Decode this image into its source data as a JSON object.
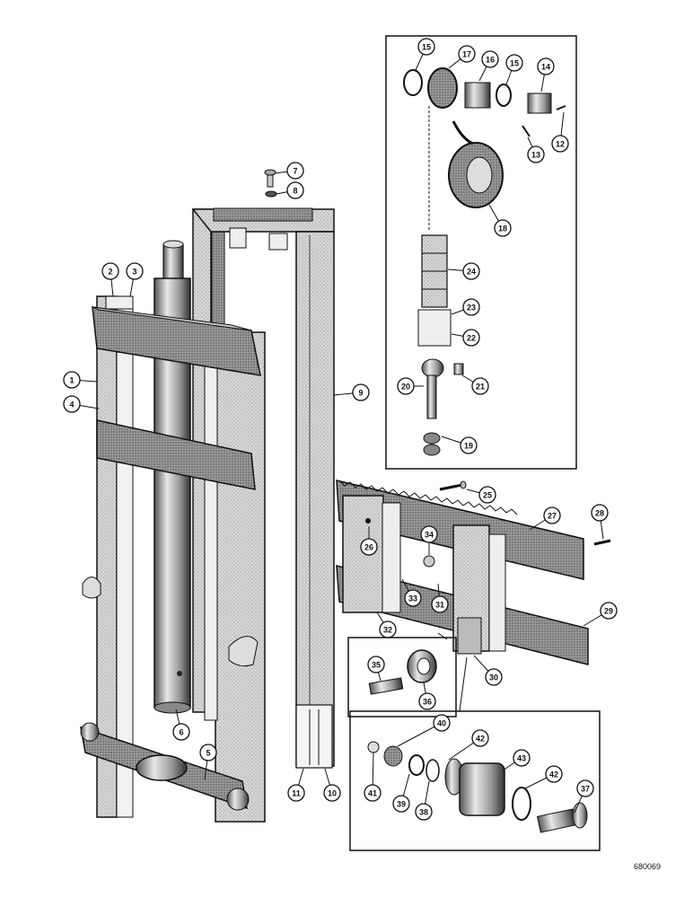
{
  "figure": {
    "code": "680069"
  },
  "callouts": [
    {
      "id": "c1",
      "label": "1"
    },
    {
      "id": "c2",
      "label": "2"
    },
    {
      "id": "c3",
      "label": "3"
    },
    {
      "id": "c4",
      "label": "4"
    },
    {
      "id": "c5",
      "label": "5"
    },
    {
      "id": "c6",
      "label": "6"
    },
    {
      "id": "c7",
      "label": "7"
    },
    {
      "id": "c8",
      "label": "8"
    },
    {
      "id": "c9",
      "label": "9"
    },
    {
      "id": "c10",
      "label": "10"
    },
    {
      "id": "c11",
      "label": "11"
    },
    {
      "id": "c12",
      "label": "12"
    },
    {
      "id": "c13",
      "label": "13"
    },
    {
      "id": "c14",
      "label": "14"
    },
    {
      "id": "c15a",
      "label": "15"
    },
    {
      "id": "c15b",
      "label": "15"
    },
    {
      "id": "c16",
      "label": "16"
    },
    {
      "id": "c17",
      "label": "17"
    },
    {
      "id": "c18",
      "label": "18"
    },
    {
      "id": "c19",
      "label": "19"
    },
    {
      "id": "c20",
      "label": "20"
    },
    {
      "id": "c21",
      "label": "21"
    },
    {
      "id": "c22",
      "label": "22"
    },
    {
      "id": "c23",
      "label": "23"
    },
    {
      "id": "c24",
      "label": "24"
    },
    {
      "id": "c25",
      "label": "25"
    },
    {
      "id": "c26",
      "label": "26"
    },
    {
      "id": "c27",
      "label": "27"
    },
    {
      "id": "c28",
      "label": "28"
    },
    {
      "id": "c29",
      "label": "29"
    },
    {
      "id": "c30",
      "label": "30"
    },
    {
      "id": "c31",
      "label": "31"
    },
    {
      "id": "c32",
      "label": "32"
    },
    {
      "id": "c33",
      "label": "33"
    },
    {
      "id": "c34",
      "label": "34"
    },
    {
      "id": "c35",
      "label": "35"
    },
    {
      "id": "c36",
      "label": "36"
    },
    {
      "id": "c37",
      "label": "37"
    },
    {
      "id": "c38",
      "label": "38"
    },
    {
      "id": "c39",
      "label": "39"
    },
    {
      "id": "c40",
      "label": "40"
    },
    {
      "id": "c41",
      "label": "41"
    },
    {
      "id": "c42a",
      "label": "42"
    },
    {
      "id": "c42b",
      "label": "42"
    },
    {
      "id": "c43",
      "label": "43"
    }
  ]
}
